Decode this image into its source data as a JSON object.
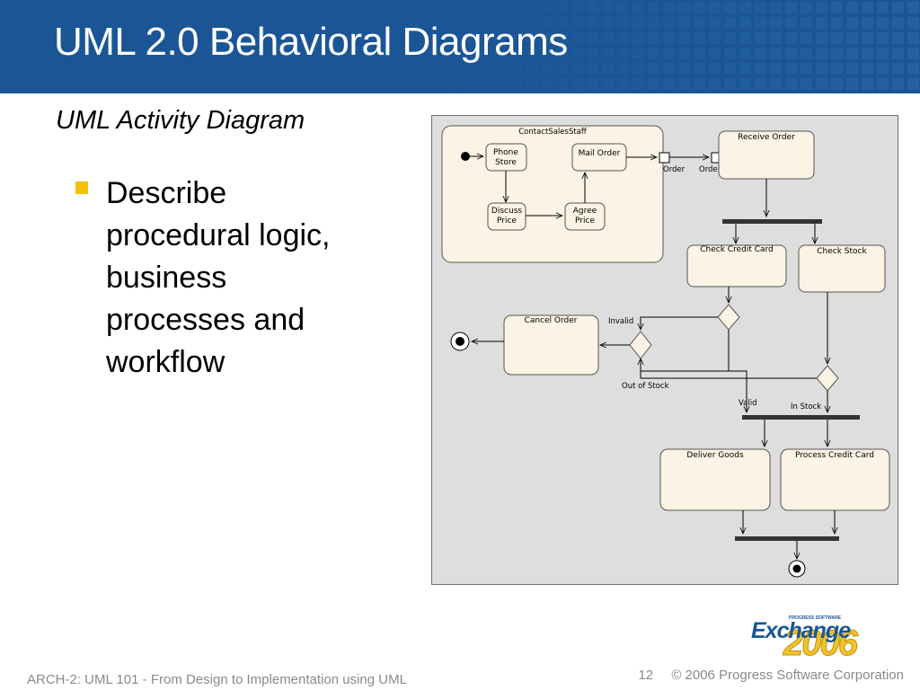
{
  "header": {
    "title": "UML 2.0 Behavioral Diagrams",
    "background_color": "#1a5696"
  },
  "content": {
    "subtitle": "UML Activity Diagram",
    "bullets": [
      {
        "lines": [
          "Describe",
          "procedural logic,",
          "business",
          "processes and",
          "workflow"
        ]
      }
    ],
    "bullet_color": "#f4c300"
  },
  "diagram": {
    "partition_label": "ContactSalesStaff",
    "actions": {
      "phone_store": [
        "Phone",
        "Store"
      ],
      "mail_order": "Mail Order",
      "discuss_price": [
        "Discuss",
        "Price"
      ],
      "agree_price": [
        "Agree",
        "Price"
      ],
      "receive_order": "Receive Order",
      "check_credit_card": "Check Credit Card",
      "check_stock": "Check Stock",
      "cancel_order": "Cancel Order",
      "deliver_goods": "Deliver Goods",
      "process_credit_card": "Process Credit Card"
    },
    "pins": {
      "out_pin": "Order",
      "in_pin": "Order"
    },
    "guards": {
      "invalid": "Invalid",
      "out_of_stock": "Out of Stock",
      "valid": "Valid",
      "in_stock": "In Stock"
    }
  },
  "footer": {
    "left": "ARCH-2: UML 101 - From Design to Implementation using UML",
    "page_number": "12",
    "copyright": "© 2006 Progress Software Corporation"
  },
  "logo": {
    "small_text": "PROGRESS SOFTWARE",
    "word": "Exchange",
    "year": "2006"
  }
}
